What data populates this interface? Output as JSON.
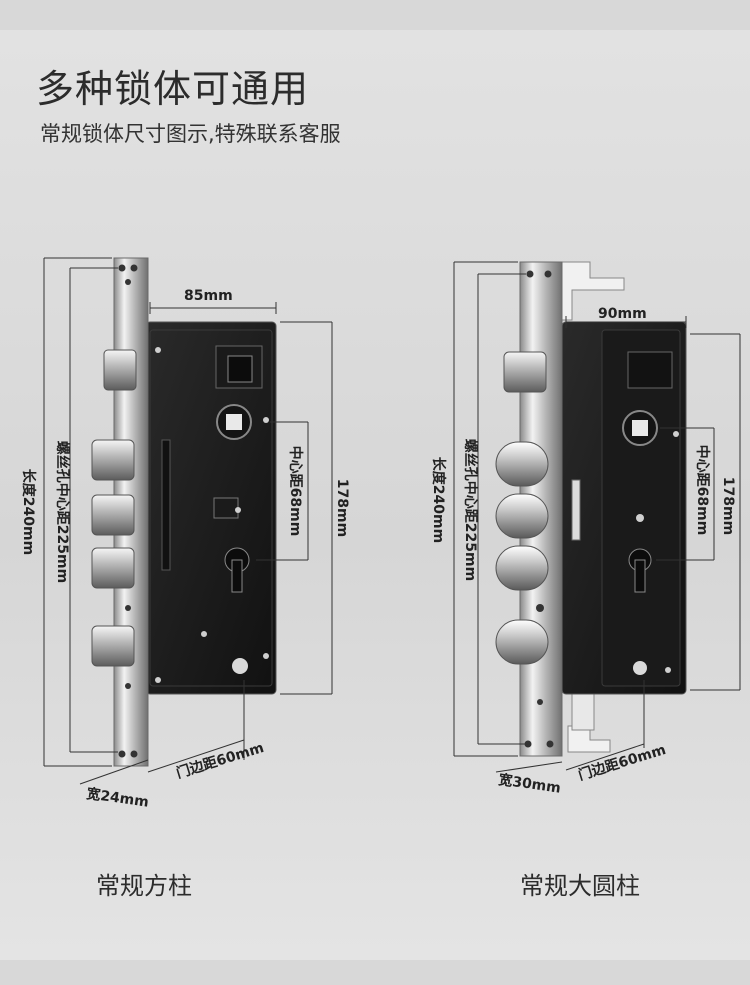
{
  "title": "多种锁体可通用",
  "subtitle": "常规锁体尺寸图示,特殊联系客服",
  "locks": [
    {
      "caption": "常规方柱",
      "width_label": "85mm",
      "length_label": "长度240mm",
      "screw_label": "螺丝孔中心距225mm",
      "center_label": "中心距68mm",
      "height_label": "178mm",
      "door_label": "门边距60mm",
      "face_label": "宽24mm"
    },
    {
      "caption": "常规大圆柱",
      "width_label": "90mm",
      "length_label": "长度240mm",
      "screw_label": "螺丝孔中心距225mm",
      "center_label": "中心距68mm",
      "height_label": "178mm",
      "door_label": "门边距60mm",
      "face_label": "宽30mm"
    }
  ]
}
